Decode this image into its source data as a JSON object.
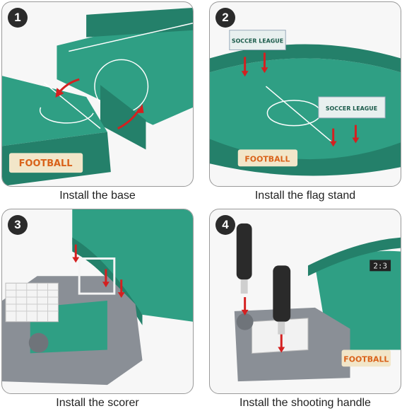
{
  "steps": [
    {
      "number": "1",
      "caption": "Install the base",
      "logo_text": "FOOTBALL"
    },
    {
      "number": "2",
      "caption": "Install the flag stand",
      "sign_text": "SOCCER LEAGUE",
      "logo_text": "FOOTBALL"
    },
    {
      "number": "3",
      "caption": "Install the scorer"
    },
    {
      "number": "4",
      "caption": "Install the shooting handle",
      "score_text": "2:3",
      "logo_text": "FOOTBALL"
    }
  ],
  "colors": {
    "field_green": "#2f9f84",
    "field_stripe": "#3aaf92",
    "rim": "#24806a",
    "arrow": "#d42020",
    "plastic_gray": "#8a8f96",
    "handle_black": "#2a2a2a"
  }
}
